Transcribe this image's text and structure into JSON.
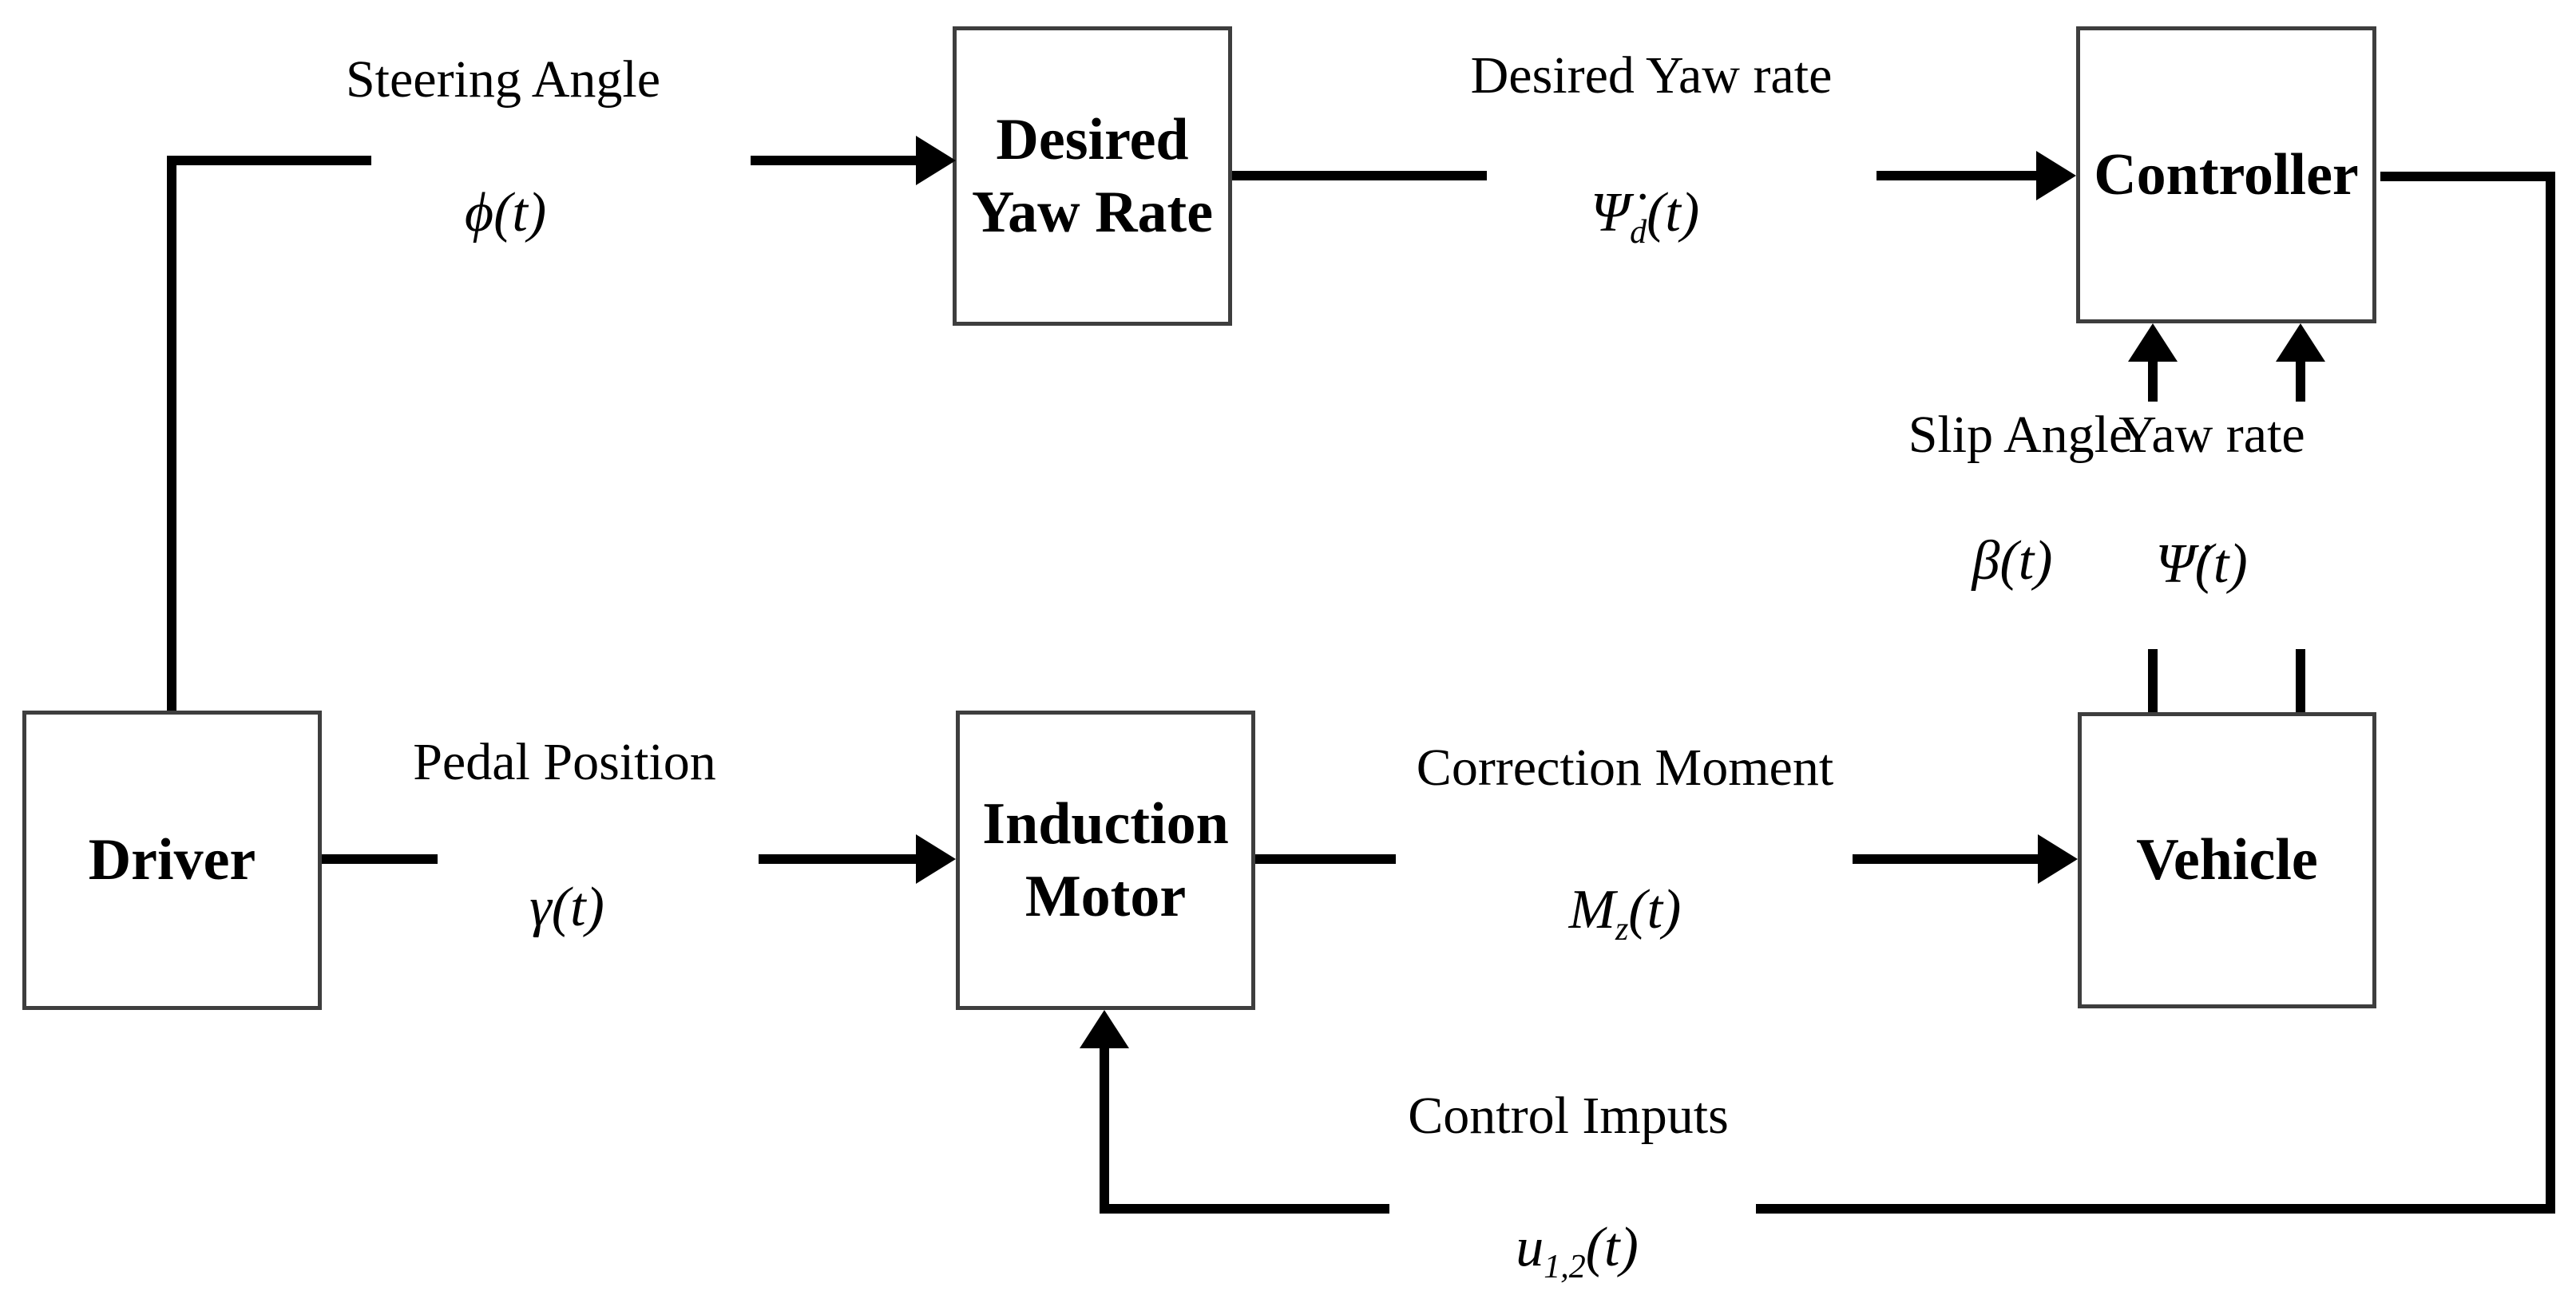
{
  "figure": {
    "type": "block-diagram",
    "background_color": "#ffffff",
    "line_color": "#000000",
    "box_border_color": "#3e3e3e",
    "text_color": "#000000"
  },
  "blocks": {
    "driver": {
      "label": "Driver"
    },
    "desired_yaw_rate": {
      "label": "Desired Yaw Rate"
    },
    "controller": {
      "label": "Controller"
    },
    "induction_motor": {
      "label": "Induction Motor"
    },
    "vehicle": {
      "label": "Vehicle"
    }
  },
  "signals": {
    "steering": {
      "name": "Steering Angle",
      "symbol": {
        "pre": "ϕ",
        "sub": "",
        "post": "(t)"
      }
    },
    "desired_yaw": {
      "name": "Desired Yaw rate",
      "symbol": {
        "pre": "Ψ̇",
        "sub": "d",
        "post": "(t)"
      }
    },
    "slip": {
      "name": "Slip Angle",
      "symbol": {
        "pre": "β",
        "sub": "",
        "post": "(t)"
      }
    },
    "yaw": {
      "name": "Yaw rate",
      "symbol": {
        "pre": "Ψ̇",
        "sub": "",
        "post": "(t)"
      }
    },
    "pedal": {
      "name": "Pedal Position",
      "symbol": {
        "pre": "γ",
        "sub": "",
        "post": "(t)"
      }
    },
    "moment": {
      "name": "Correction Moment",
      "symbol": {
        "pre": "M",
        "sub": "z",
        "post": "(t)"
      }
    },
    "control": {
      "name": "Control Imputs",
      "symbol": {
        "pre": "u",
        "sub": "1,2",
        "post": "(t)"
      }
    }
  }
}
